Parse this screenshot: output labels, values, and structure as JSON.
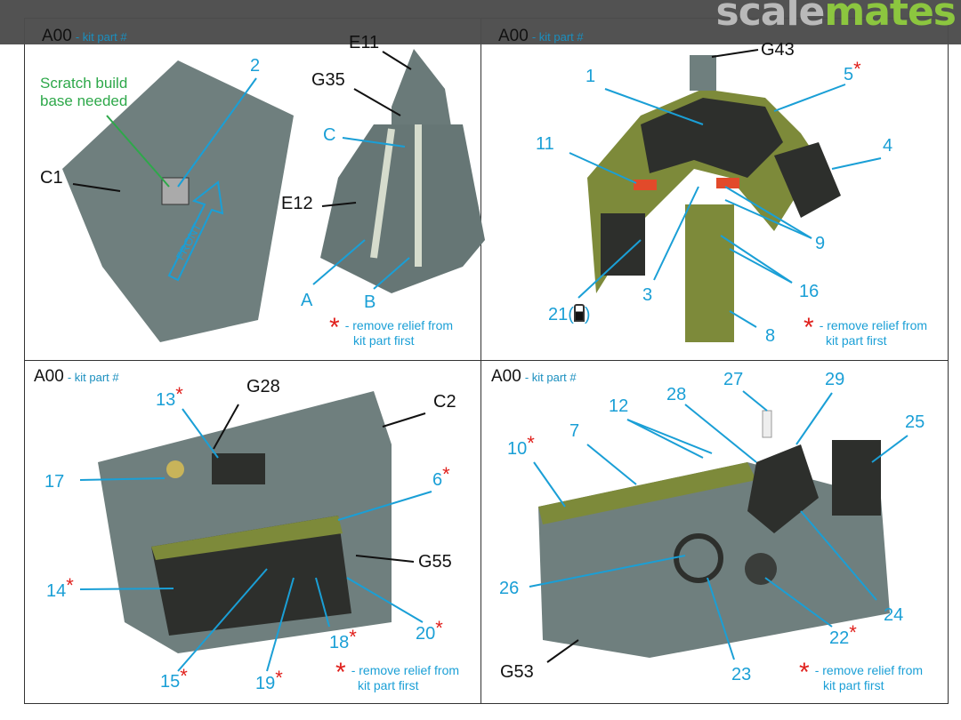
{
  "logo": {
    "part1": "scale",
    "part2": "mates"
  },
  "panel_header": {
    "code": "A00",
    "kit_part": "- kit part #"
  },
  "note": {
    "asterisk": "*",
    "line1": "- remove relief from",
    "line2": "kit part first"
  },
  "colors": {
    "callout": "#1a9fd6",
    "asterisk": "#e0201c",
    "scratch": "#2ea84a",
    "part": "#6f7f7e",
    "panel_green": "#7d8a3a"
  },
  "panel1": {
    "scratch_note": [
      "Scratch build",
      "base needed"
    ],
    "front_arrow": "FRONT",
    "labels": {
      "c1": "C1",
      "n2": "2",
      "e11": "E11",
      "g35": "G35",
      "c": "C",
      "e12": "E12",
      "a": "A",
      "b": "B"
    }
  },
  "panel2": {
    "labels": {
      "g43": "G43",
      "n1": "1",
      "n5": "5",
      "n11": "11",
      "n4": "4",
      "n9": "9",
      "n16": "16",
      "n3": "3",
      "n21": "21(",
      "n21_close": ")",
      "n8": "8"
    }
  },
  "panel3": {
    "labels": {
      "n13": "13",
      "g28": "G28",
      "c2": "C2",
      "n17": "17",
      "n6": "6",
      "g55": "G55",
      "n14": "14",
      "n15": "15",
      "n19": "19",
      "n18": "18",
      "n20": "20"
    }
  },
  "panel4": {
    "labels": {
      "n27": "27",
      "n29": "29",
      "n28": "28",
      "n12": "12",
      "n7": "7",
      "n10": "10",
      "n25": "25",
      "n26": "26",
      "n24": "24",
      "n22": "22",
      "n23": "23",
      "g53": "G53"
    }
  }
}
